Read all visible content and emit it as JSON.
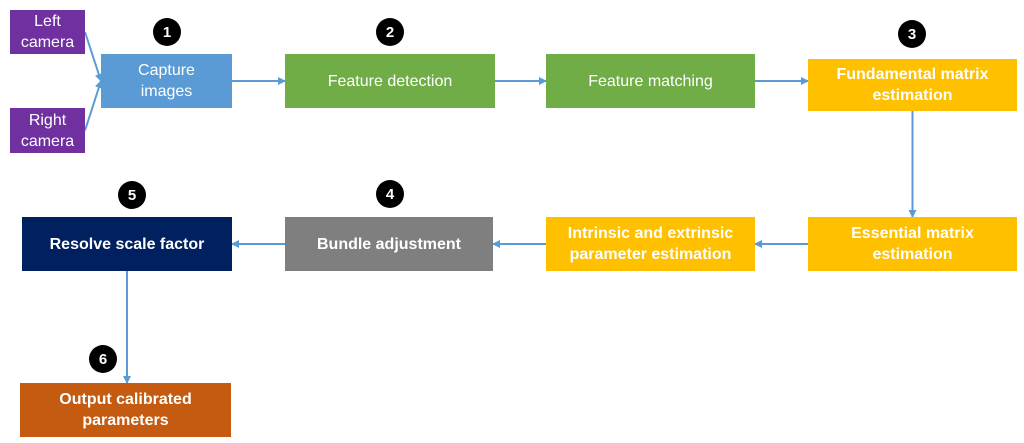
{
  "colors": {
    "purple": "#7030a0",
    "blue": "#5b9bd5",
    "green": "#70ad47",
    "yellow": "#ffc000",
    "gray": "#7f7f7f",
    "navy": "#002060",
    "orange": "#c55a11",
    "arrow": "#5b9bd5"
  },
  "nodes": {
    "left_camera": "Left\ncamera",
    "right_camera": "Right\ncamera",
    "capture_images": "Capture\nimages",
    "feature_detection": "Feature detection",
    "feature_matching": "Feature matching",
    "fundamental_matrix": "Fundamental matrix\nestimation",
    "essential_matrix": "Essential matrix\nestimation",
    "parameter_estimation": "Intrinsic and extrinsic\nparameter estimation",
    "bundle_adjustment": "Bundle adjustment",
    "resolve_scale": "Resolve scale factor",
    "output_parameters": "Output calibrated\nparameters"
  },
  "badges": {
    "step1": "1",
    "step2": "2",
    "step3": "3",
    "step4": "4",
    "step5": "5",
    "step6": "6"
  },
  "edges": [
    [
      "left_camera",
      "capture_images"
    ],
    [
      "right_camera",
      "capture_images"
    ],
    [
      "capture_images",
      "feature_detection"
    ],
    [
      "feature_detection",
      "feature_matching"
    ],
    [
      "feature_matching",
      "fundamental_matrix"
    ],
    [
      "fundamental_matrix",
      "essential_matrix"
    ],
    [
      "essential_matrix",
      "parameter_estimation"
    ],
    [
      "parameter_estimation",
      "bundle_adjustment"
    ],
    [
      "bundle_adjustment",
      "resolve_scale"
    ],
    [
      "resolve_scale",
      "output_parameters"
    ]
  ]
}
